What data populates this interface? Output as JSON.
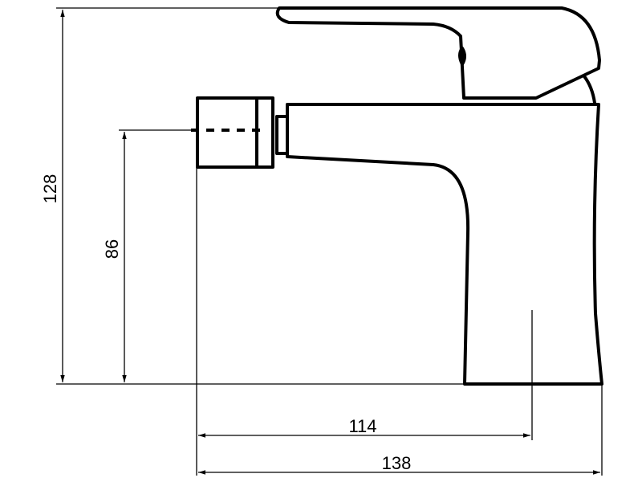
{
  "dimensions": {
    "total_height": "128",
    "spout_height": "86",
    "inlet_to_outlet": "114",
    "total_length": "138"
  },
  "colors": {
    "line": "#000000",
    "background": "#ffffff"
  }
}
